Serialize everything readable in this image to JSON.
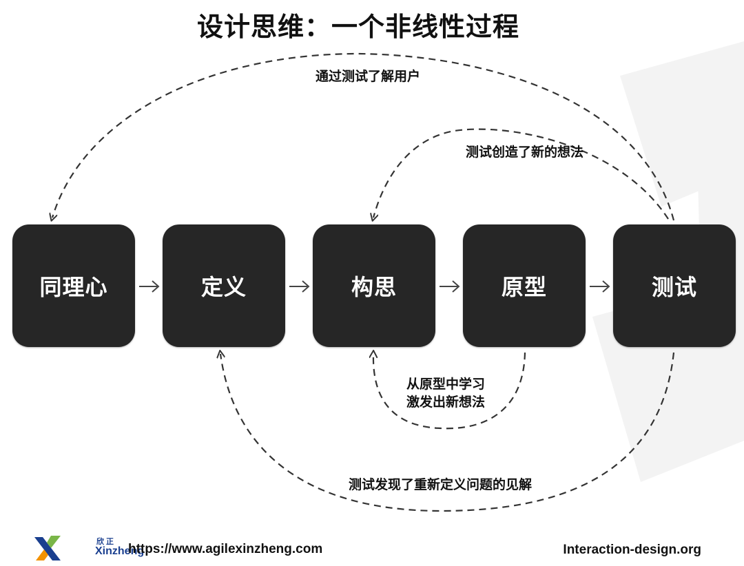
{
  "title": "设计思维：一个非线性过程",
  "stages": [
    "同理心",
    "定义",
    "构思",
    "原型",
    "测试"
  ],
  "loops": {
    "test_to_empathize": "通过测试了解用户",
    "test_to_ideate": "测试创造了新的想法",
    "prototype_to_ideate_line1": "从原型中学习",
    "prototype_to_ideate_line2": "激发出新想法",
    "test_to_define": "测试发现了重新定义问题的见解"
  },
  "footer": {
    "brand_cn": "欣正",
    "brand_en": "Xinzheng",
    "url_left": "https://www.agilexinzheng.com",
    "url_right": "Interaction-design.org"
  },
  "colors": {
    "stage_fill": "#262626",
    "stage_text": "#ffffff",
    "logo_blue": "#1a3f8f",
    "logo_green": "#7ab648",
    "logo_orange": "#f39200"
  }
}
